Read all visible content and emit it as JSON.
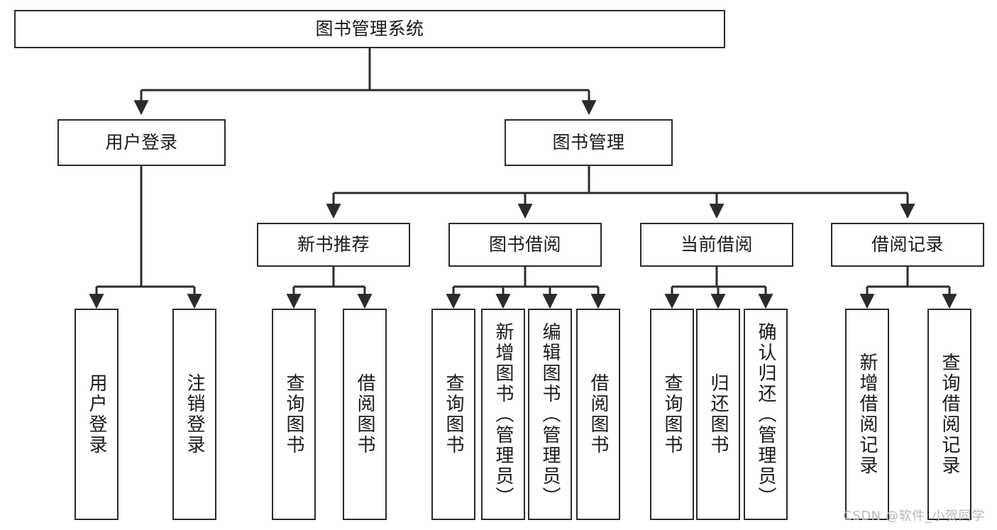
{
  "diagram": {
    "title": "图书管理系统",
    "type": "tree-hierarchy-diagram",
    "watermark": "CSDN @软件_小贺同学",
    "colors": {
      "box_border": "#2b2b2b",
      "box_fill": "#ffffff",
      "connector": "#2b2b2b",
      "text": "#1a1a1a",
      "watermark": "#b9b9b9"
    },
    "root": {
      "label": "图书管理系统"
    },
    "level1": [
      {
        "label": "用户登录"
      },
      {
        "label": "图书管理"
      }
    ],
    "level2": [
      {
        "label": "新书推荐"
      },
      {
        "label": "图书借阅"
      },
      {
        "label": "当前借阅"
      },
      {
        "label": "借阅记录"
      }
    ],
    "leaves": {
      "user_login": [
        {
          "label": "用户登录"
        },
        {
          "label": "注销登录"
        }
      ],
      "new_book_recommend": [
        {
          "label": "查询图书"
        },
        {
          "label": "借阅图书"
        }
      ],
      "book_borrow": [
        {
          "label": "查询图书"
        },
        {
          "label": "新增图书（管理员）"
        },
        {
          "label": "编辑图书（管理员）"
        },
        {
          "label": "借阅图书"
        }
      ],
      "current_borrow": [
        {
          "label": "查询图书"
        },
        {
          "label": "归还图书"
        },
        {
          "label": "确认归还（管理员）"
        }
      ],
      "borrow_records": [
        {
          "label": "新增借阅记录"
        },
        {
          "label": "查询借阅记录"
        }
      ]
    }
  }
}
